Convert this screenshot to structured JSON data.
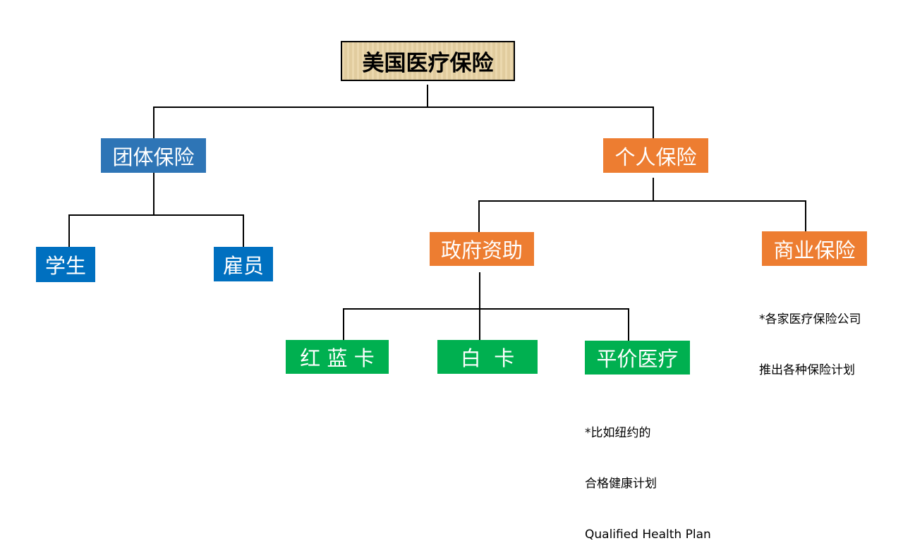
{
  "root": {
    "label": "美国医疗保险"
  },
  "group": {
    "label": "团体保险",
    "children": [
      {
        "label": "学生"
      },
      {
        "label": "雇员"
      }
    ]
  },
  "individual": {
    "label": "个人保险",
    "government": {
      "label": "政府资助",
      "children": [
        {
          "label": "红 蓝 卡"
        },
        {
          "label": "白  卡"
        },
        {
          "label": "平价医疗"
        }
      ],
      "note": {
        "line1": "*比如纽约的",
        "line2": "合格健康计划",
        "line3": "Qualified Health Plan"
      }
    },
    "commercial": {
      "label": "商业保险",
      "note": {
        "line1": "*各家医疗保险公司",
        "line2": "推出各种保险计划"
      }
    }
  },
  "colors": {
    "root_bg": "#e8d3a3",
    "group": "#2e75b6",
    "group_child": "#0070c0",
    "individual": "#ed7d31",
    "government_child": "#00b050",
    "connector": "#000000"
  }
}
